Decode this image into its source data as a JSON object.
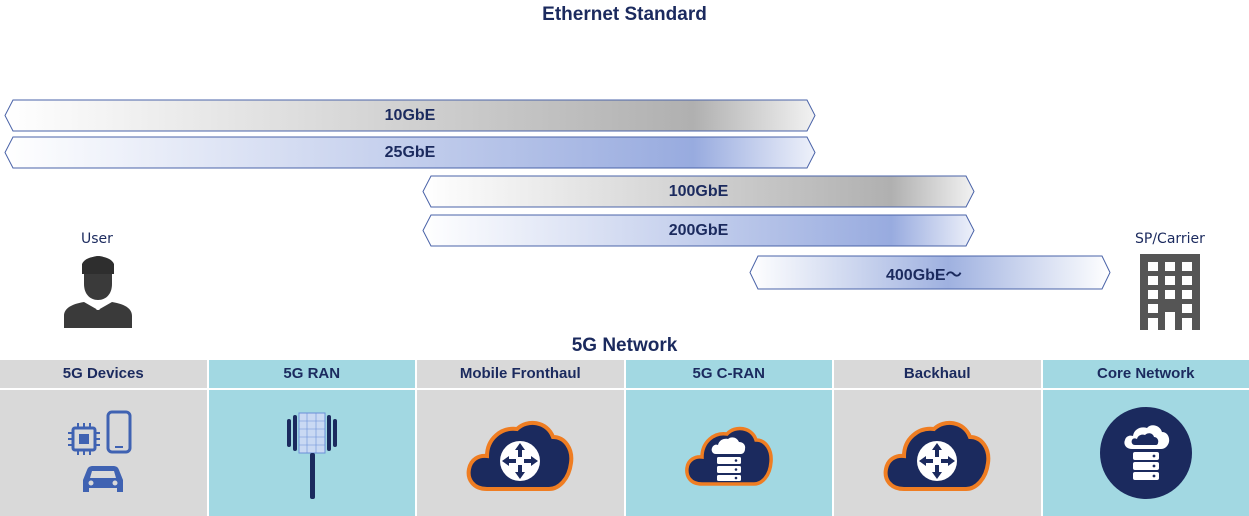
{
  "ethernet_title": "Ethernet Standard",
  "network_title": "5G Network",
  "left_label": "User",
  "right_label": "SP/Carrier",
  "bands": [
    {
      "label": "10GbE",
      "style": "grey"
    },
    {
      "label": "25GbE",
      "style": "blue"
    },
    {
      "label": "100GbE",
      "style": "grey"
    },
    {
      "label": "200GbE",
      "style": "blue"
    },
    {
      "label": "400GbE～",
      "style": "blue-fade"
    }
  ],
  "segments": [
    {
      "label": "5G Devices",
      "icon": "devices-icon"
    },
    {
      "label": "5G RAN",
      "icon": "antenna-icon"
    },
    {
      "label": "Mobile Fronthaul",
      "icon": "cloud-router-icon"
    },
    {
      "label": "5G C-RAN",
      "icon": "cloud-server-icon"
    },
    {
      "label": "Backhaul",
      "icon": "cloud-router-icon"
    },
    {
      "label": "Core Network",
      "icon": "core-cloud-server-icon"
    }
  ],
  "colors": {
    "text": "#1b2a5e",
    "outline": "#4a63a8",
    "grey_band": "#b8b8b8",
    "blue_band": "#9fb1e0",
    "cell_grey": "#d9d9d9",
    "cell_teal": "#a2d8e2",
    "cloud_fill": "#1b2a5e",
    "cloud_outline": "#ef7d22"
  }
}
